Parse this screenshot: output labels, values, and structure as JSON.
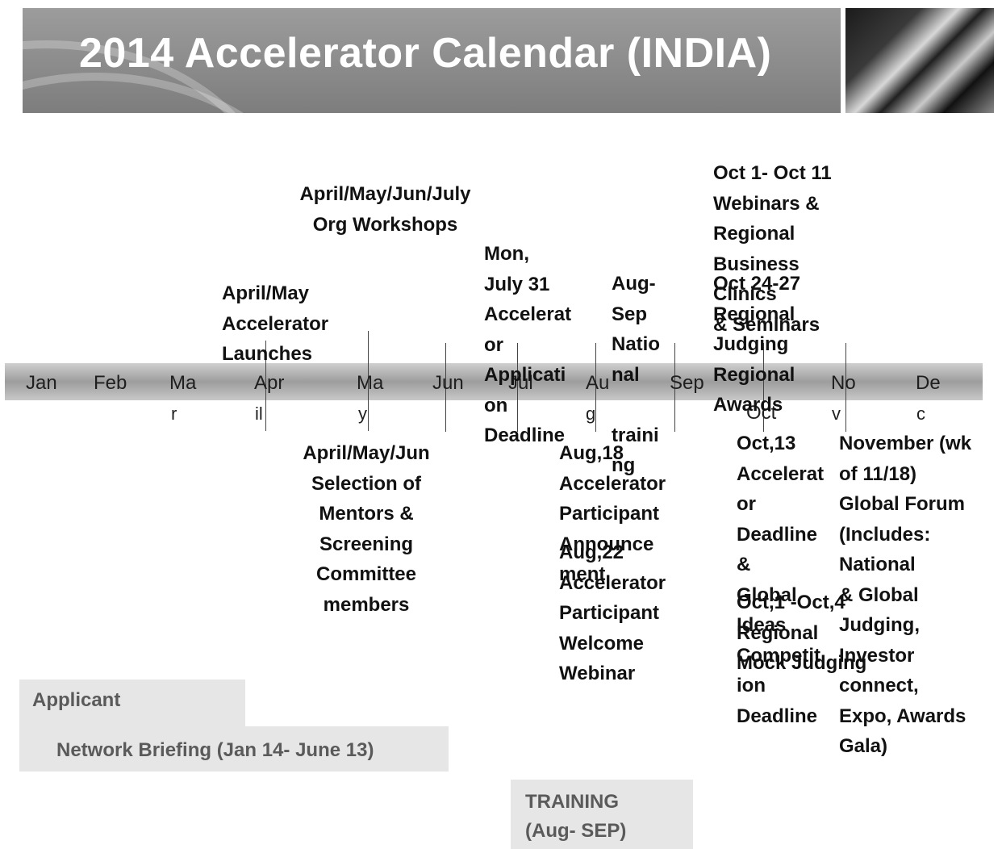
{
  "title": "2014 Accelerator Calendar (INDIA)",
  "months": [
    {
      "top": "Jan"
    },
    {
      "top": "Feb"
    },
    {
      "top": "Ma",
      "bottom": "r"
    },
    {
      "top": "Apr",
      "bottom": "il"
    },
    {
      "top": "Ma",
      "bottom": "y"
    },
    {
      "top": "Jun"
    },
    {
      "top": "Jul"
    },
    {
      "top": "Au",
      "bottom": "g"
    },
    {
      "top": "Sep"
    },
    {
      "top": "Oct"
    },
    {
      "top": "No",
      "bottom": "v"
    },
    {
      "top": "De",
      "bottom": "c"
    }
  ],
  "events": {
    "workshops": "April/May/Jun/July\nOrg Workshops",
    "launches": "April/May\nAccelerator\nLaunches",
    "mentors": "April/May/Jun\nSelection of\nMentors      &\nScreening\nCommittee\nmembers",
    "app_deadline": "Mon,\nJuly 31\nAccelerat\nor\nApplicati\non\nDeadline",
    "national_training": "Aug-\nSep\nNatio\nnal\n\ntraini\nng",
    "participant_announce": "Aug,18\nAccelerator\nParticipant\nAnnounce\nment",
    "welcome_webinar": "Aug,22\nAccelerator\nParticipant\nWelcome\nWebinar",
    "webinars": "Oct 1- Oct 11\nWebinars &\nRegional\nBusiness\nClinics\n& Seminars",
    "regional_judging": "Oct 24-27\nRegional\nJudging\nRegional\nAwards",
    "global_ideas": "Oct,13\nAccelerat\nor\nDeadline\n&\nGlobal\nIdeas\nCompetit\nion\nDeadline",
    "mock_judging": "Oct,1 -Oct,4\nRegional\nMock Judging",
    "global_forum": "November (wk\nof 11/18)\nGlobal Forum\n(Includes:\nNational\n& Global\nJudging,\nInvestor\nconnect,\nExpo, Awards\nGala)"
  },
  "boxes": {
    "applicant_title": "Applicant",
    "network_briefing": "Network Briefing (Jan 14- June 13)",
    "training": "TRAINING\n(Aug- SEP)"
  }
}
